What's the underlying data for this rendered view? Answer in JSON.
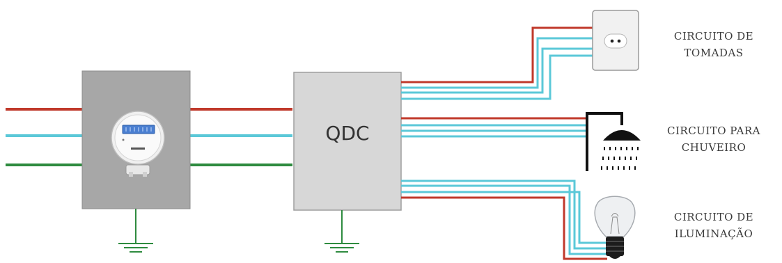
{
  "panel_label": "QDC",
  "circuits": [
    {
      "line1": "CIRCUITO DE",
      "line2": "TOMADAS"
    },
    {
      "line1": "CIRCUITO PARA",
      "line2": "CHUVEIRO"
    },
    {
      "line1": "CIRCUITO DE",
      "line2": "ILUMINAÇÃO"
    }
  ],
  "colors": {
    "phase": "#c0392b",
    "neutral": "#5bc8d8",
    "ground": "#2e8b3f",
    "box_fill": "#a7a7a7",
    "qdc_fill": "#d7d7d7"
  },
  "icons": [
    "electric-meter-icon",
    "wall-outlet-icon",
    "shower-icon",
    "light-bulb-icon",
    "ground-symbol-icon"
  ]
}
